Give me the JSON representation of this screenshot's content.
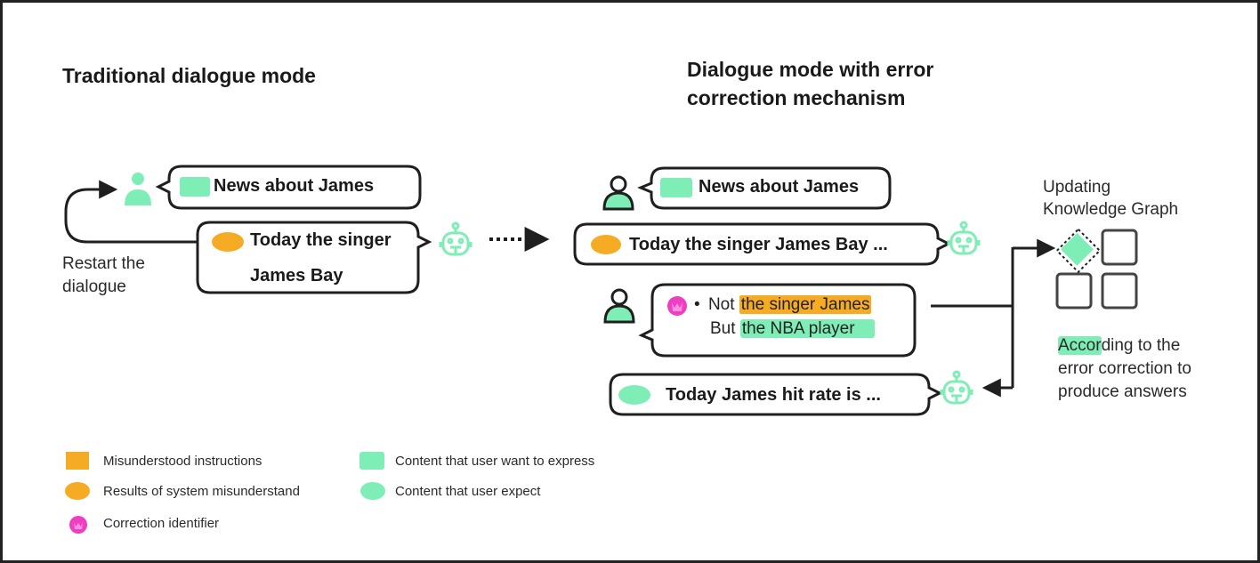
{
  "colors": {
    "orange": "#f5ac24",
    "green": "#7eeeb6",
    "pink": "#ee3fc3",
    "outline": "#1f1f1f"
  },
  "left_panel": {
    "title": "Traditional dialogue mode",
    "user_message": "News about James",
    "bot_reply_line1": "Today the singer",
    "bot_reply_line2": "James Bay",
    "restart_label_line1": "Restart the",
    "restart_label_line2": "dialogue",
    "user_icon": "user-icon",
    "bot_icon": "robot-icon"
  },
  "right_panel": {
    "title_line1": "Dialogue mode with error",
    "title_line2": "correction mechanism",
    "user_message": "News about James",
    "bot_reply": "Today the singer James Bay ...",
    "correction": {
      "bullet": "•",
      "not_prefix": "Not",
      "not_highlight": "the singer James",
      "but_prefix": "But",
      "but_highlight": "the NBA player"
    },
    "final_reply": "Today James hit rate is ...",
    "kg_title_line1": "Updating",
    "kg_title_line2": "Knowledge Graph",
    "kg_note_highlight": "Accor",
    "kg_note_rest1": "ding to the",
    "kg_note_line2": "error correction to",
    "kg_note_line3": "produce answers"
  },
  "legend": [
    {
      "shape": "square",
      "color": "orange",
      "label": "Misunderstood instructions"
    },
    {
      "shape": "ellipse",
      "color": "orange",
      "label": "Results of system misunderstand"
    },
    {
      "shape": "badge",
      "color": "pink",
      "label": "Correction identifier"
    },
    {
      "shape": "square",
      "color": "green",
      "label": "Content that user want to express"
    },
    {
      "shape": "ellipse",
      "color": "green",
      "label": "Content that user expect"
    }
  ]
}
